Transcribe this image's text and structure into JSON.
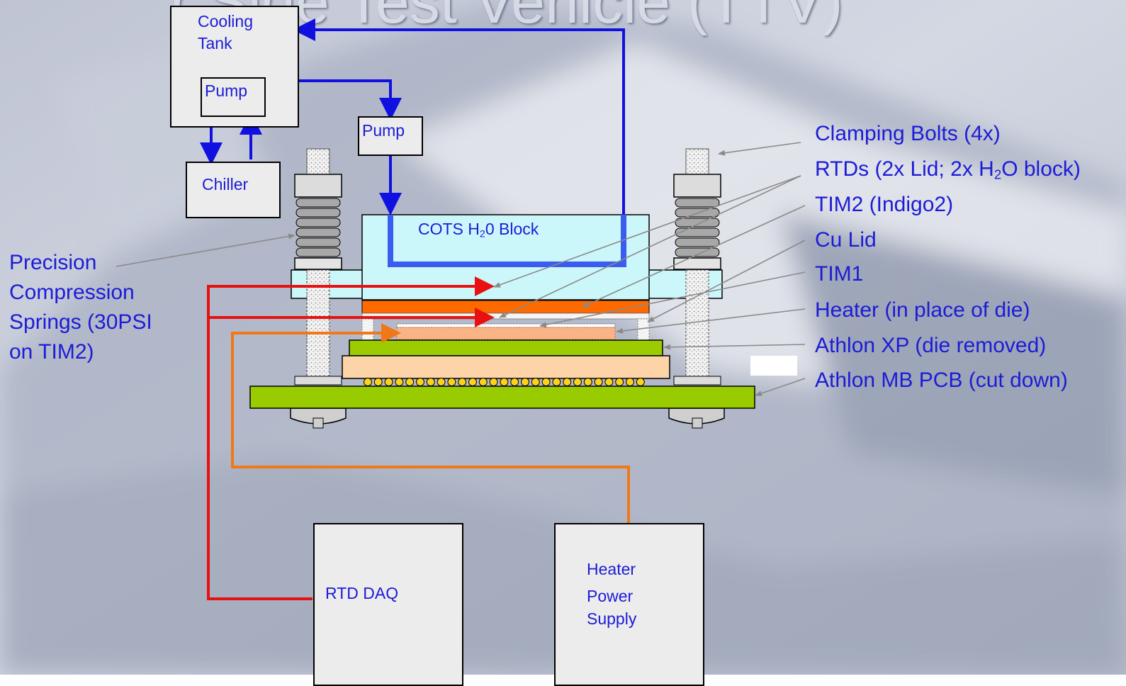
{
  "title_fragment": "r Side Test Vehicle (TTV)",
  "components": {
    "cooling_tank": [
      "Cooling",
      "Tank"
    ],
    "tank_pump": "Pump",
    "chiller": "Chiller",
    "loop_pump": "Pump",
    "cots_block": {
      "pre": "COTS H",
      "sub": "2",
      "post": "0 Block"
    },
    "rtd_daq": "RTD DAQ",
    "heater_power_supply": [
      "Heater",
      "Power",
      "Supply"
    ]
  },
  "springs_label": [
    "Precision",
    "Compression",
    "Springs (30PSI",
    "on TIM2)"
  ],
  "callouts": {
    "clamping_bolts": "Clamping Bolts (4x)",
    "rtds": {
      "pre": "RTDs (2x Lid; 2x H",
      "sub": "2",
      "post": "O block)"
    },
    "tim2": "TIM2 (Indigo2)",
    "cu_lid": "Cu Lid",
    "tim1": "TIM1",
    "heater": "Heater (in place of die)",
    "athlon_xp": "Athlon XP (die removed)",
    "athlon_pcb": "Athlon MB PCB (cut down)"
  },
  "colors": {
    "label_text": "#1c1cd6",
    "coolant_line": "#1010e0",
    "water_block": "#ccf7fa",
    "copper_lid": "#ff6a00",
    "heater": "#f8b486",
    "cpu_substrate": "#9ccc00",
    "cpu_carrier": "#fcd4a8",
    "pcb": "#99cc00",
    "rtd_wire": "#e81010",
    "heater_wire": "#f07818",
    "component_box": "#ececec",
    "leader_line": "#8a8a8a"
  }
}
